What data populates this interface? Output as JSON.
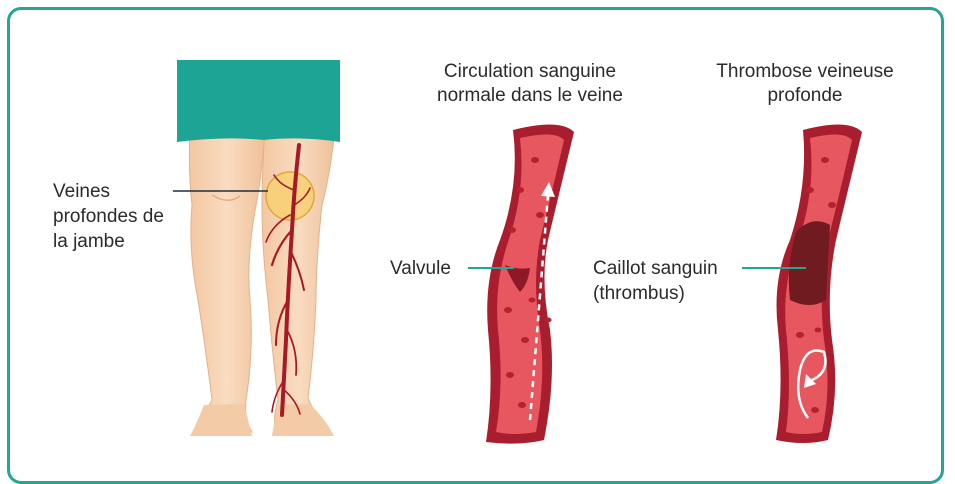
{
  "colors": {
    "frame": "#25a593",
    "shorts": "#1ea494",
    "skin": "#f7d2b1",
    "skin_shadow": "#e6b690",
    "vein": "#a71a25",
    "highlight_circle": "#f8cf6a",
    "vessel_wall": "#a91e2e",
    "vessel_inner": "#e6575f",
    "clot": "#6f1b20",
    "leader_line": "#25a593"
  },
  "labels": {
    "deep_veins": [
      "Veines",
      "profondes de",
      "la jambe"
    ],
    "normal_title": [
      "Circulation sanguine",
      "normale dans le veine"
    ],
    "dvt_title": [
      "Thrombose veineuse",
      "profonde"
    ],
    "valve": "Valvule",
    "clot": [
      "Caillot sanguin",
      "(thrombus)"
    ]
  }
}
